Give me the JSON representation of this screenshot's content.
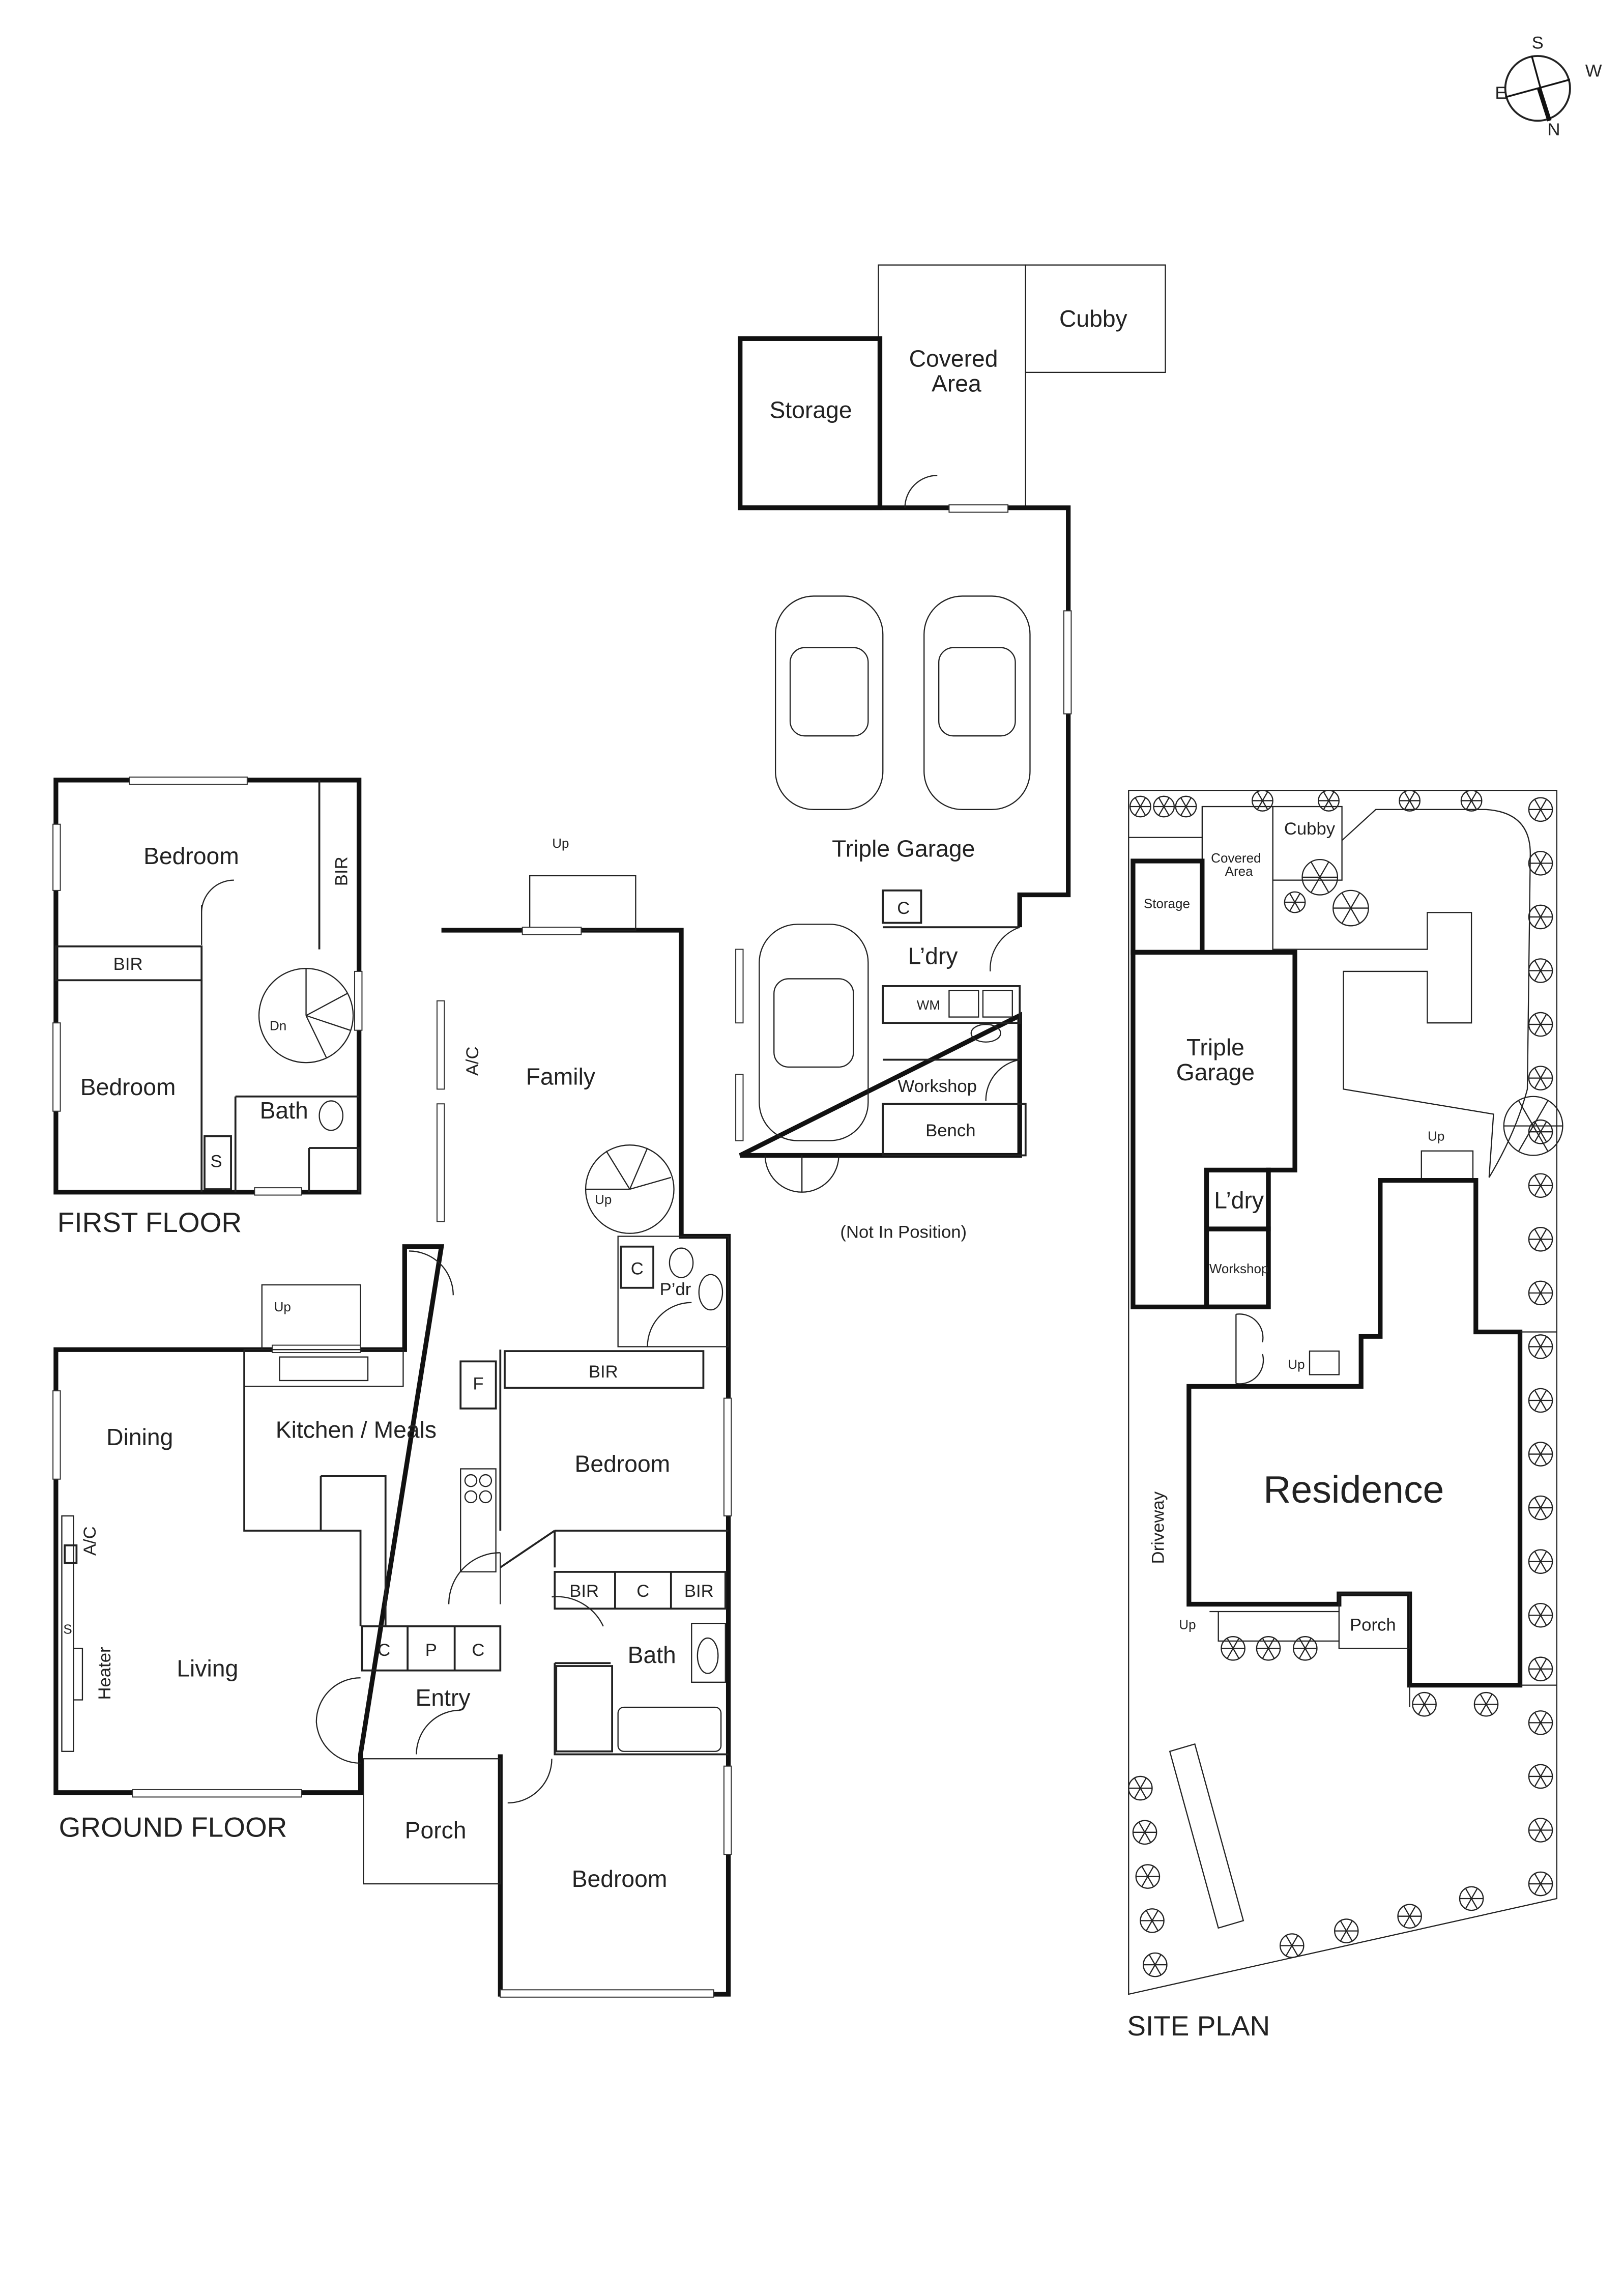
{
  "compass": {
    "s": "S",
    "w": "W",
    "e": "E",
    "n": "N"
  },
  "garage_plan": {
    "storage": "Storage",
    "covered_area_1": "Covered",
    "covered_area_2": "Area",
    "cubby": "Cubby",
    "triple_garage": "Triple Garage",
    "c": "C",
    "laundry": "L’dry",
    "wm": "WM",
    "workshop": "Workshop",
    "bench": "Bench",
    "note": "(Not In Position)"
  },
  "first_floor": {
    "title": "FIRST FLOOR",
    "bedroom_1": "Bedroom",
    "bir_1": "BIR",
    "bir_2": "BIR",
    "bedroom_2": "Bedroom",
    "dn": "Dn",
    "bath": "Bath",
    "s": "S"
  },
  "ground_floor": {
    "title": "GROUND FLOOR",
    "up_1": "Up",
    "ac_1": "A/C",
    "family": "Family",
    "up_2": "Up",
    "c_pdr": "C",
    "pdr": "P’dr",
    "up_3": "Up",
    "bir_1": "BIR",
    "f": "F",
    "dining": "Dining",
    "kitchen_meals": "Kitchen / Meals",
    "bedroom_1": "Bedroom",
    "ac_2": "A/C",
    "s": "S",
    "heater": "Heater",
    "living": "Living",
    "bir_2": "BIR",
    "c_1": "C",
    "bir_3": "BIR",
    "c_2": "C",
    "p": "P",
    "c_3": "C",
    "bath": "Bath",
    "entry": "Entry",
    "porch": "Porch",
    "bedroom_2": "Bedroom"
  },
  "site_plan": {
    "title": "SITE PLAN",
    "cubby": "Cubby",
    "covered_area_1": "Covered",
    "covered_area_2": "Area",
    "storage": "Storage",
    "triple_garage_1": "Triple",
    "triple_garage_2": "Garage",
    "laundry": "L’dry",
    "workshop": "Workshop",
    "up_1": "Up",
    "up_2": "Up",
    "residence": "Residence",
    "driveway": "Driveway",
    "up_3": "Up",
    "porch": "Porch"
  }
}
